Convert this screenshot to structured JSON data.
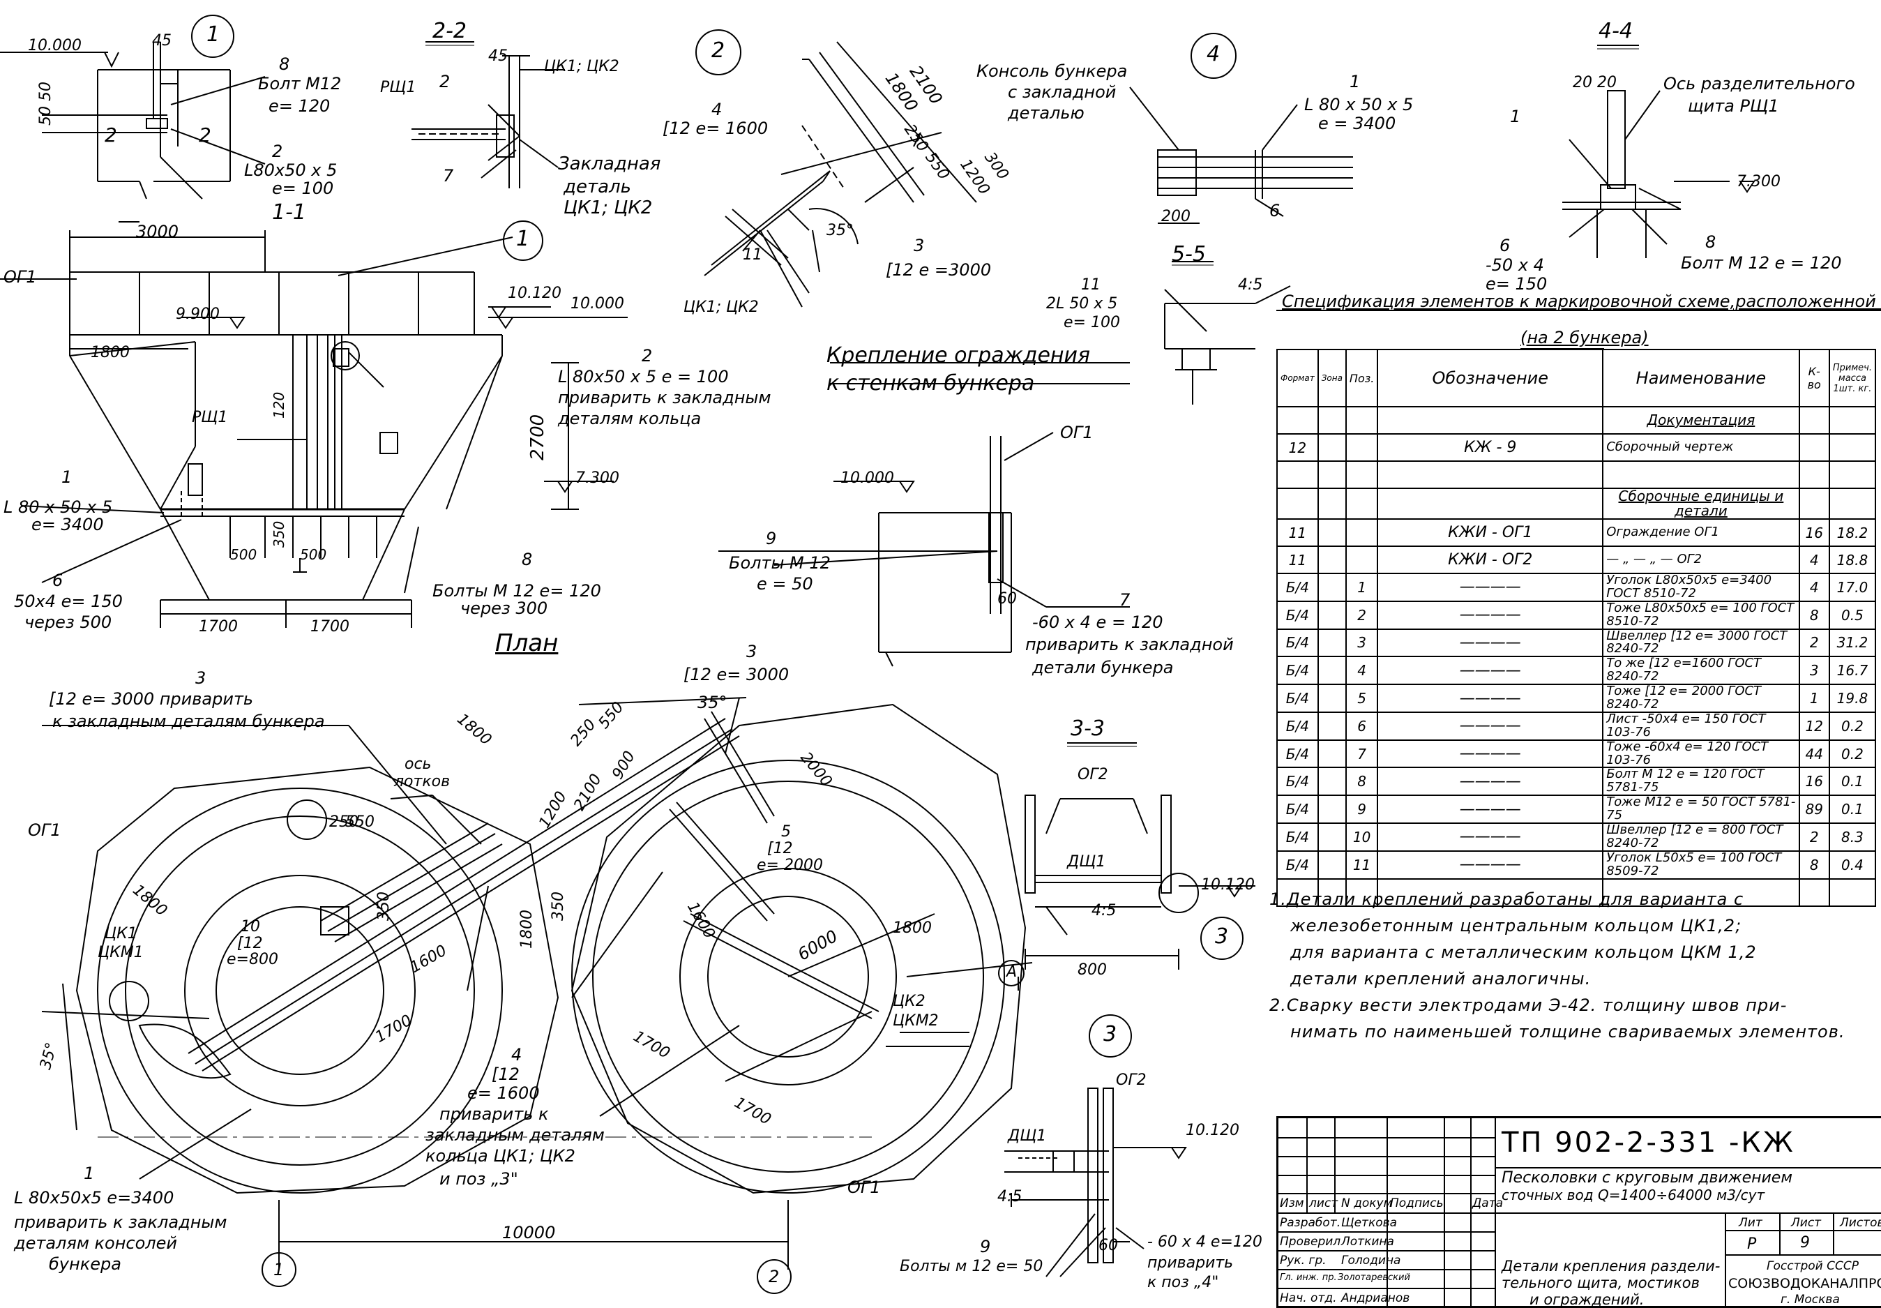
{
  "drawing": {
    "code": "ТП 902-2-331 -КЖ",
    "spec_title": "Спецификация элементов к маркировочной схеме,расположенной на листе",
    "spec_subtitle": "(на 2 бункера)"
  },
  "views": {
    "v1_circle": "1",
    "v22_title": "2-2",
    "v2_circle": "2",
    "v4_circle": "4",
    "v44_title": "4-4",
    "v11_title": "1-1",
    "v55_title": "5-5",
    "v33_title": "3-3",
    "v3_circle": "3",
    "plan_title": "План",
    "krep_title_1": "Крепление ограждения",
    "krep_title_2": "к стенкам бункера"
  },
  "labels": {
    "l_10000a": "10.000",
    "l_45a": "45",
    "l_8a": "8",
    "l_bolt12": "Болт М12",
    "l_e120a": "e= 120",
    "l_5050": "50 50",
    "l_2a": "2",
    "l_L80b": "L80x50 x 5",
    "l_e100a": "e= 100",
    "l_sec2": "2",
    "l_rsh1a": "РЩ1",
    "l_2b": "2",
    "l_ck1a": "ЦК1; ЦК2",
    "l_7a": "7",
    "l_zakl1": "Закладная",
    "l_zakl2": "деталь",
    "l_zakl3": "ЦК1; ЦК2",
    "l_2100a": "2100",
    "l_1800a": "1800",
    "l_4a": "4",
    "l_c12_1600": "[12  e= 1600",
    "l_250a": "250",
    "l_550a": "550",
    "l_1200a": "1200",
    "l_300a": "300",
    "l_3a": "3",
    "l_c12_3000": "[12  e =3000",
    "l_35a": "35°",
    "l_11a": "11",
    "l_ck12b": "ЦК1; ЦК2",
    "l_konsol1": "Консоль бункера",
    "l_konsol2": "с закладной",
    "l_konsol3": "деталью",
    "l_1b": "1",
    "l_L80c": "L 80 x 50 x 5",
    "l_e3400": "e = 3400",
    "l_200a": "200",
    "l_6a": "6",
    "l_20_20": "20  20",
    "l_os1": "Ось разделительного",
    "l_os2": "щита  РЩ1",
    "l_1c": "1",
    "l_7300a": "7.300",
    "l_6b": "6",
    "l_50x4a": "-50 x 4",
    "l_e150a": "e= 150",
    "l_8b": "8",
    "l_bolt12b": "Болт  М 12  e = 120",
    "l_3000a": "3000",
    "l_og1a": "ОГ1",
    "l_1circ": "1",
    "l_10120a": "10.120",
    "l_10000b": "10.000",
    "l_9900": "9.900",
    "l_1800b": "1800",
    "l_2c": "2",
    "l_L80d": "L 80x50 x 5  e = 100",
    "l_privar1": "приварить к закладным",
    "l_privar2": "деталям кольца",
    "l_rsh1b": "РЩ1",
    "l_120a": "120",
    "l_2700": "2700",
    "l_7300b": "7.300",
    "l_1d": "1",
    "l_L80e": "L 80 x 50 x 5",
    "l_e3400b": "e= 3400",
    "l_500a": "500",
    "l_350a": "350",
    "l_6c": "6",
    "l_50x4b": "50x4  e= 150",
    "l_cherez500": "через 500",
    "l_8c": "8",
    "l_bolty12": "Болты  М 12  e= 120",
    "l_cherez300": "через 300",
    "l_1700a": "1700",
    "l_1700b": "1700",
    "l_11b": "11",
    "l_2L50": "2L 50 x 5",
    "l_e100b": "e= 100",
    "l_45b": "4:5",
    "l_og1b": "ОГ1",
    "l_10000c": "10.000",
    "l_9a": "9",
    "l_bolty12b": "Болты  М 12",
    "l_e50a": "e = 50",
    "l_60a": "60",
    "l_7b": "7",
    "l_60x4a": "-60 x 4   e = 120",
    "l_privar3": "приварить к закладной",
    "l_privar4": "детали бункера",
    "l_og2a": "ОГ2",
    "l_dsh1a": "ДЩ1",
    "l_10120b": "10.120",
    "l_45c": "4:5",
    "l_800": "800",
    "l_3plan": "3",
    "l_c12_3000b": "[12  e= 3000  приварить",
    "l_k_zakl": "к закладным деталям бункера",
    "l_3planb": "3",
    "l_c12_3000c": "[12  e= 3000",
    "l_1800c": "1800",
    "l_os_latk1": "ось",
    "l_os_latk2": "лотков",
    "l_og1c": "ОГ1",
    "l_1800d": "1800",
    "l_ck1b": "ЦК1",
    "l_ckm1": "ЦКМ1",
    "l_10b": "10",
    "l_c12b": "[12",
    "l_e800": "e=800",
    "l_1600b": "1600",
    "l_1700c": "1700",
    "l_35b": "35°",
    "l_4b": "4",
    "l_c12c": "[12",
    "l_e1600": "e= 1600",
    "l_privar5": "приварить к",
    "l_privar6": "закладным деталям",
    "l_privar7": "кольца ЦК1; ЦК2",
    "l_poz3": "и поз „3\"",
    "l_1e": "1",
    "l_L80f": "L 80x50x5   e=3400",
    "l_privar8": "приварить к закладным",
    "l_privar9": "деталям консолей",
    "l_privar10": "бункера",
    "l_10000d": "10000",
    "l_axis1": "1",
    "l_axis2": "2",
    "l_og1d": "ОГ1",
    "l_5a": "5",
    "l_c12d": "[12",
    "l_e2000": "e= 2000",
    "l_1600c": "1600",
    "l_6000": "6000",
    "l_1800e": "1800",
    "l_ck2": "ЦК2",
    "l_ckm2": "ЦКМ2",
    "l_axisA": "А",
    "l_1700d": "1700",
    "l_1700e": "1700",
    "l_250b": "250",
    "l_550b": "550",
    "l_900": "900",
    "l_1200b": "1200",
    "l_2100b": "2100",
    "l_2000": "2000",
    "l_35c": "35°",
    "l_og2b": "ОГ2",
    "l_dsh1b": "ДЩ1",
    "l_10120c": "10.120",
    "l_45d": "4:5",
    "l_60b": "60",
    "l_9b": "9",
    "l_bolty12c": "Болты м 12  e= 50",
    "l_60x4b": "- 60 x 4  e=120",
    "l_privar11": "приварить",
    "l_poz4": "к поз „4\""
  },
  "spec": {
    "headers": [
      "Формат",
      "Зона",
      "Поз.",
      "Обозначение",
      "Наименование",
      "К-во",
      "Примеч. масса 1шт. кг."
    ],
    "rows": [
      [
        "",
        "",
        "",
        "",
        "Документация",
        "",
        ""
      ],
      [
        "12",
        "",
        "",
        "КЖ - 9",
        "Сборочный чертеж",
        "",
        ""
      ],
      [
        "",
        "",
        "",
        "",
        "",
        "",
        ""
      ],
      [
        "",
        "",
        "",
        "",
        "Сборочные единицы и детали",
        "",
        ""
      ],
      [
        "11",
        "",
        "",
        "КЖИ - ОГ1",
        "Ограждение  ОГ1",
        "16",
        "18.2"
      ],
      [
        "11",
        "",
        "",
        "КЖИ - ОГ2",
        "— „ — „ —  ОГ2",
        "4",
        "18.8"
      ],
      [
        "Б/4",
        "",
        "1",
        "————",
        "Уголок L80x50x5 e=3400 ГОСТ 8510-72",
        "4",
        "17.0"
      ],
      [
        "Б/4",
        "",
        "2",
        "————",
        "Тоже L80x50x5 e= 100 ГОСТ 8510-72",
        "8",
        "0.5"
      ],
      [
        "Б/4",
        "",
        "3",
        "————",
        "Швеллер [12  e= 3000 ГОСТ 8240-72",
        "2",
        "31.2"
      ],
      [
        "Б/4",
        "",
        "4",
        "————",
        "То же [12  e=1600 ГОСТ 8240-72",
        "3",
        "16.7"
      ],
      [
        "Б/4",
        "",
        "5",
        "————",
        "Тоже  [12  e= 2000 ГОСТ 8240-72",
        "1",
        "19.8"
      ],
      [
        "Б/4",
        "",
        "6",
        "————",
        "Лист -50x4  e= 150 ГОСТ 103-76",
        "12",
        "0.2"
      ],
      [
        "Б/4",
        "",
        "7",
        "————",
        "Тоже -60x4  e= 120 ГОСТ 103-76",
        "44",
        "0.2"
      ],
      [
        "Б/4",
        "",
        "8",
        "————",
        "Болт  М 12   e = 120 ГОСТ 5781-75",
        "16",
        "0.1"
      ],
      [
        "Б/4",
        "",
        "9",
        "————",
        "Тоже  М12   e = 50 ГОСТ 5781-75",
        "89",
        "0.1"
      ],
      [
        "Б/4",
        "",
        "10",
        "————",
        "Швеллер [12  e = 800 ГОСТ 8240-72",
        "2",
        "8.3"
      ],
      [
        "Б/4",
        "",
        "11",
        "————",
        "Уголок L50x5  e= 100 ГОСТ 8509-72",
        "8",
        "0.4"
      ],
      [
        "",
        "",
        "",
        "",
        "",
        "",
        ""
      ]
    ]
  },
  "notes": [
    "1.Детали креплений разработаны для варианта с",
    "железобетонным центральным кольцом ЦК1,2;",
    "для варианта с металлическим кольцом ЦКМ 1,2",
    "детали креплений аналогичны.",
    "2.Сварку вести электродами Э-42. толщину швов при-",
    "нимать по наименьшей толщине свариваемых элементов."
  ],
  "title_block": {
    "code": "ТП  902-2-331 -КЖ",
    "project": "Песколовки с круговым движением",
    "project2": "сточных вод  Q=1400÷64000 м3/сут",
    "col_izm": "Изм",
    "col_list": "лист",
    "col_ndok": "N докум",
    "col_podp": "Подпись",
    "col_data": "Дата",
    "stage_label": "Лит",
    "sheet_label": "Лист",
    "sheets_label": "Листов",
    "stage": "Р",
    "sheet": "9",
    "roles": [
      {
        "role": "Разработ.",
        "name": "Щеткова"
      },
      {
        "role": "Проверил",
        "name": "Лоткина"
      },
      {
        "role": "Рук. гр.",
        "name": "Голодина"
      },
      {
        "role": "Гл. инж. пр.",
        "name": "Золотаревский"
      },
      {
        "role": "Нач. отд.",
        "name": "Андрианов"
      }
    ],
    "sheet_title_1": "Детали крепления раздели-",
    "sheet_title_2": "тельного щита, мостиков",
    "sheet_title_3": "и ограждений.",
    "org1": "Госстрой СССР",
    "org2": "СОЮЗВОДОКАНАЛПРОЕКТ",
    "org3": "г. Москва"
  }
}
